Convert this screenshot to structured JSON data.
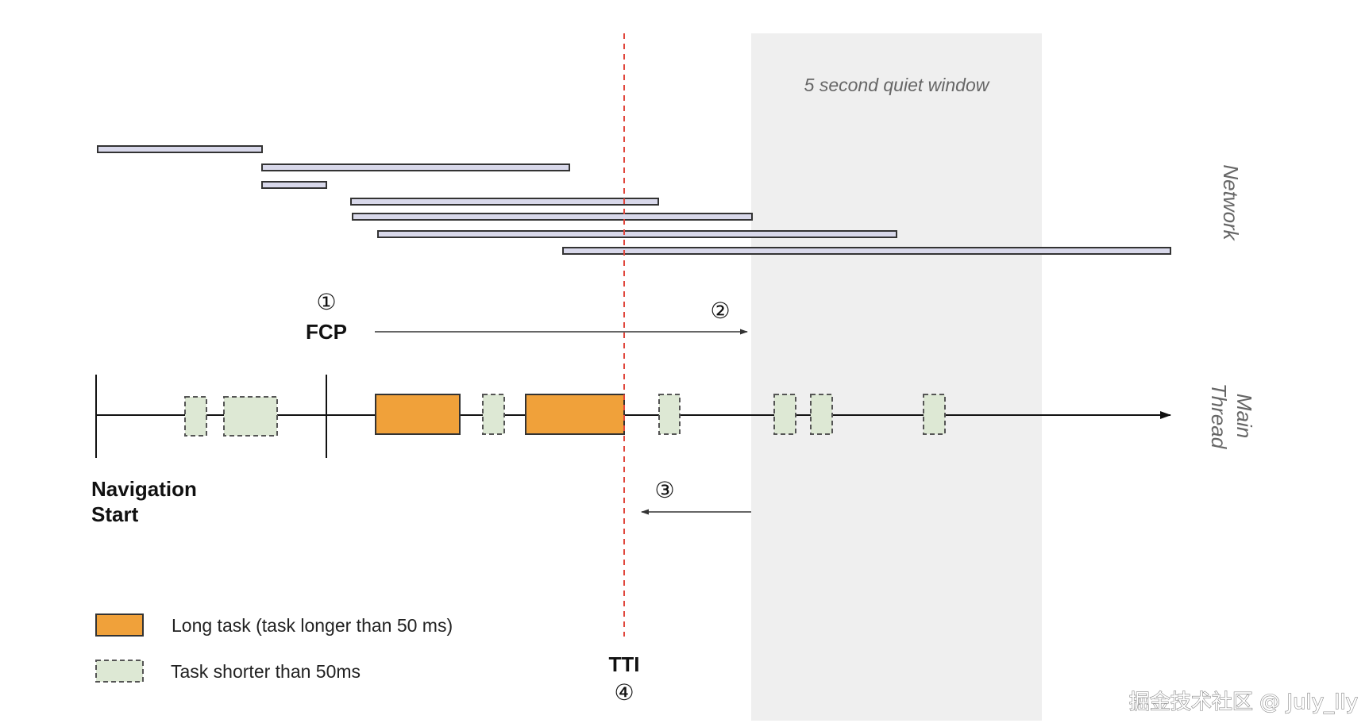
{
  "quiet_window": {
    "label": "5 second quiet window"
  },
  "lanes": {
    "network": "Network",
    "main_thread_line1": "Main",
    "main_thread_line2": "Thread"
  },
  "markers": {
    "fcp": {
      "label": "FCP",
      "step": "①"
    },
    "step2": "②",
    "step3": "③",
    "nav_start_line1": "Navigation",
    "nav_start_line2": "Start",
    "tti": {
      "label": "TTI",
      "step": "④"
    }
  },
  "legend": {
    "long_task": "Long task (task longer than 50 ms)",
    "short_task": "Task shorter than 50ms"
  },
  "watermark": "掘金技术社区 @ July_lly",
  "colors": {
    "long_task_fill": "#f0a13a",
    "short_task_fill": "#dde8d4",
    "short_task_border": "#555555",
    "network_bar_fill": "#d8d8ea",
    "quiet_window_fill": "#efefef",
    "tti_line": "#e0463c"
  }
}
